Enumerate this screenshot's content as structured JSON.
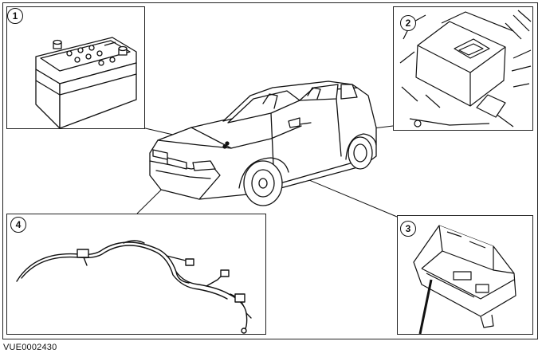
{
  "figure": {
    "reference_code": "VUE0002430",
    "callouts": [
      "1",
      "2",
      "3",
      "4"
    ]
  },
  "panels": [
    {
      "number": "1",
      "icon": "battery-icon"
    },
    {
      "number": "2",
      "icon": "control-module-icon"
    },
    {
      "number": "3",
      "icon": "battery-tray-icon"
    },
    {
      "number": "4",
      "icon": "wiring-harness-icon"
    }
  ],
  "center_image": {
    "icon": "hatchback-car-icon"
  },
  "colors": {
    "line": "#111111",
    "background": "#ffffff"
  }
}
